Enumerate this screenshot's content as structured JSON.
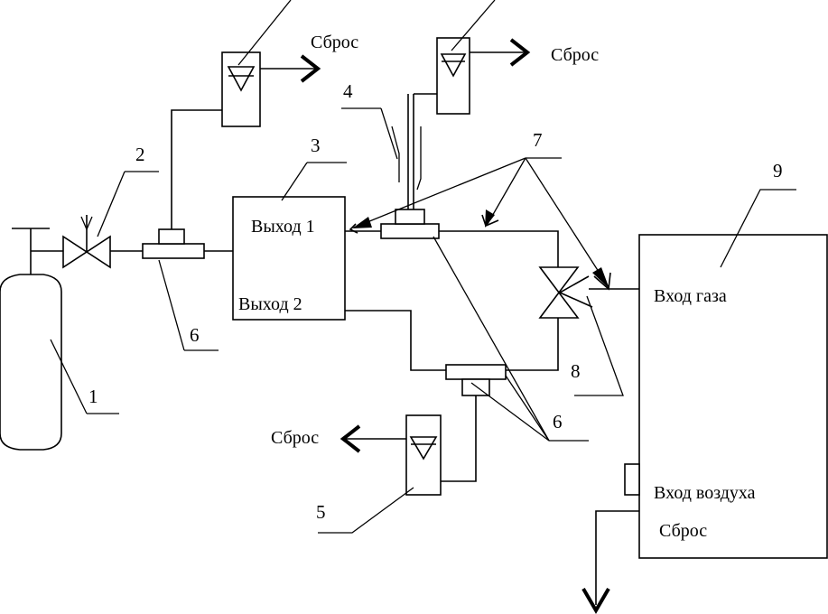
{
  "labels": {
    "vent_top_left": "Сброс",
    "vent_top_right": "Сброс",
    "vent_bottom": "Сброс",
    "output_1": "Выход 1",
    "output_2": "Выход 2",
    "gas_inlet": "Вход газа",
    "air_inlet": "Вход воздуха",
    "device_vent": "Сброс"
  },
  "numbers": {
    "n1": "1",
    "n2": "2",
    "n3": "3",
    "n4": "4",
    "n5": "5",
    "n6_left": "6",
    "n6_right": "6",
    "n7": "7",
    "n8": "8",
    "n9": "9"
  }
}
